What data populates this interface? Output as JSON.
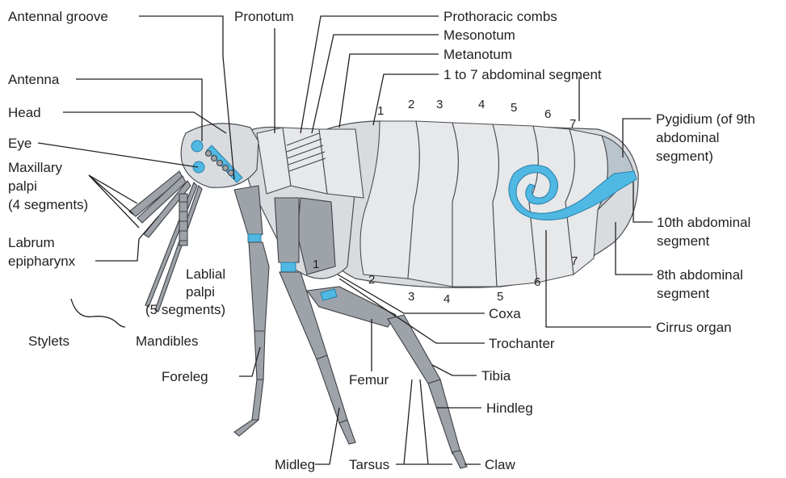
{
  "labels": {
    "antennal_groove": "Antennal groove",
    "pronotum": "Pronotum",
    "prothoracic_combs": "Prothoracic combs",
    "mesonotum": "Mesonotum",
    "metanotum": "Metanotum",
    "abdominal_segments": "1 to 7 abdominal segment",
    "antenna": "Antenna",
    "head": "Head",
    "eye": "Eye",
    "maxillary_palpi_1": "Maxillary",
    "maxillary_palpi_2": "palpi",
    "maxillary_palpi_3": "(4 segments)",
    "labrum_1": "Labrum",
    "labrum_2": "epipharynx",
    "labial_palpi_1": "Lablial",
    "labial_palpi_2": "palpi",
    "labial_palpi_3": "(5 segments)",
    "stylets": "Stylets",
    "mandibles": "Mandibles",
    "foreleg": "Foreleg",
    "midleg": "Midleg",
    "tarsus": "Tarsus",
    "claw": "Claw",
    "hindleg": "Hindleg",
    "tibia": "Tibia",
    "femur": "Femur",
    "trochanter": "Trochanter",
    "coxa": "Coxa",
    "cirrus_organ": "Cirrus organ",
    "eighth_1": "8th abdominal",
    "eighth_2": "segment",
    "tenth_1": "10th abdominal",
    "tenth_2": "segment",
    "pygidium_1": "Pygidium (of 9th",
    "pygidium_2": "abdominal",
    "pygidium_3": "segment)"
  },
  "numbers": {
    "top": [
      "1",
      "2",
      "3",
      "4",
      "5",
      "6",
      "7"
    ],
    "bottom": [
      "1",
      "2",
      "3",
      "4",
      "5",
      "6",
      "7"
    ]
  },
  "colors": {
    "accent_blue": "#4fb8e3",
    "body_grey": "#d9dcdf"
  }
}
